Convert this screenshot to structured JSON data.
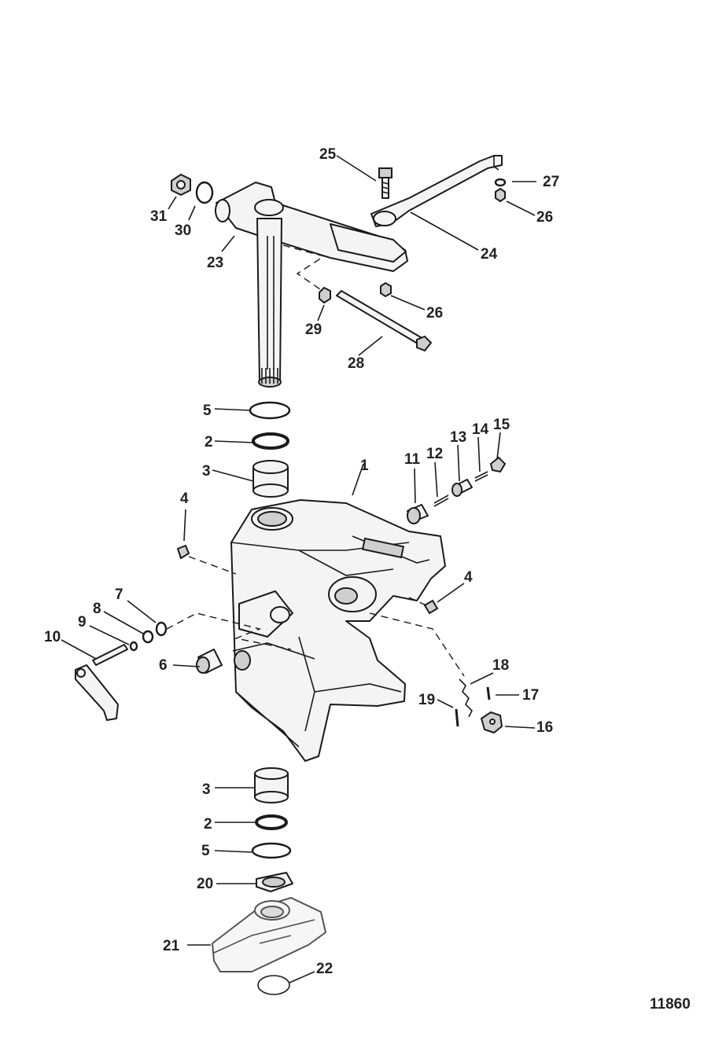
{
  "callouts": [
    "1",
    "2",
    "2",
    "3",
    "3",
    "4",
    "4",
    "5",
    "5",
    "6",
    "7",
    "8",
    "9",
    "10",
    "11",
    "12",
    "13",
    "14",
    "15",
    "16",
    "17",
    "18",
    "19",
    "20",
    "21",
    "22",
    "23",
    "24",
    "25",
    "26",
    "26",
    "27",
    "28",
    "29",
    "30",
    "31"
  ],
  "figure_number": "11860"
}
